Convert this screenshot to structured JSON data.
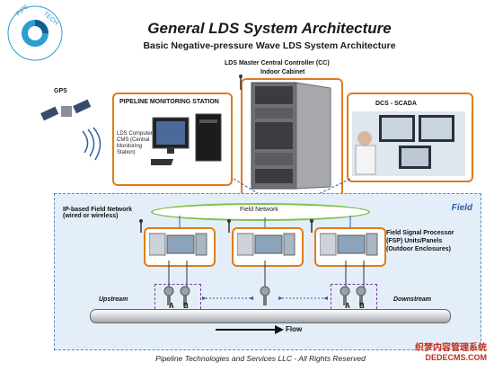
{
  "logo": {
    "text": "PIPE-TECH"
  },
  "header": {
    "title": "General LDS System Architecture",
    "subtitle": "Basic Negative-pressure Wave LDS System Architecture"
  },
  "gps": {
    "label": "GPS"
  },
  "controller": {
    "line1": "LDS Master Central Controller (CC)",
    "line2": "Indoor Cabinet"
  },
  "monitoring_station": {
    "title": "PIPELINE MONITORING STATION",
    "computer_label_1": "LDS Computer",
    "computer_label_2": "CMS (Central",
    "computer_label_3": "Monitoring",
    "computer_label_4": "Station)"
  },
  "dcs": {
    "title": "DCS - SCADA"
  },
  "field": {
    "zone_label": "Field",
    "network_ellipse": "Field Network",
    "ip_network_1": "IP-based Field Network",
    "ip_network_2": "(wired or wireless)",
    "fsp_1": "Field Signal Processor",
    "fsp_2": "(FSP) Units/Panels",
    "fsp_3": "(Outdoor Enclosures)"
  },
  "pipeline": {
    "upstream": "Upstream",
    "downstream": "Downstream",
    "flow": "Flow",
    "sensor_a": "A",
    "sensor_b": "B"
  },
  "footer": {
    "text": "Pipeline Technologies and Services LLC - All Rights Reserved"
  },
  "watermark": {
    "line1": "织梦内容管理系统",
    "line2": "DEDECMS.COM"
  },
  "colors": {
    "accent_orange": "#e07b1c",
    "field_blue": "#2a62a8",
    "network_green": "#7cc04a"
  }
}
